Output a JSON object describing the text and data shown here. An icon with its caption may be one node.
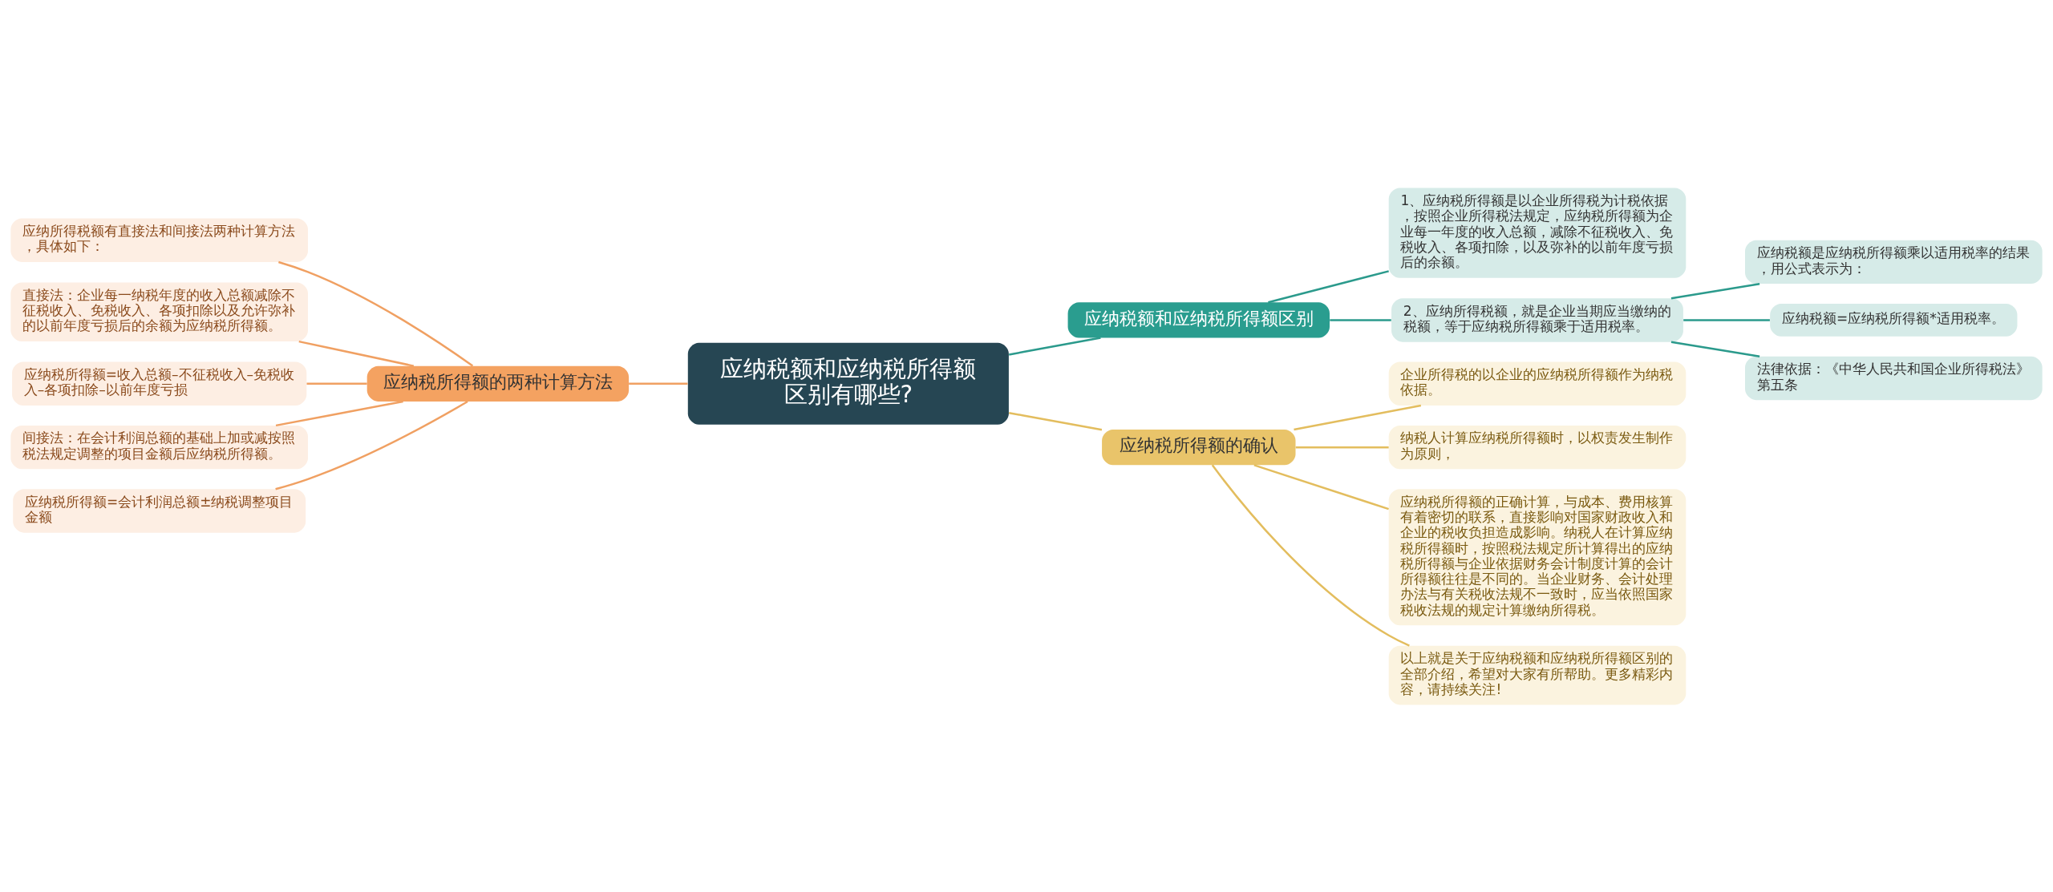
{
  "diagram": {
    "nodes": [
      {
        "text": [
          "应纳税额和应纳税所得额区别有哪些?"
        ]
      },
      {
        "text": [
          "应纳税额和应纳税所得额区别"
        ]
      },
      {
        "text": [
          "1、应纳税所得额是以企业所得税为计税依据，按照企业所得税法规定，应纳税所得额为企业每一年度的收入总额，减除不征税收入、免税收入、各项扣除，以及弥补的以前年度亏损后的余额。"
        ]
      },
      {
        "text": [
          "2、应纳所得税额，就是企业当期应当缴纳的税额，等于应纳税所得额乘于适用税率。"
        ]
      },
      {
        "text": [
          "应纳税额是应纳税所得额乘以适用税率的结果，用公式表示为："
        ]
      },
      {
        "text": [
          "应纳税额=应纳税所得额*适用税率。"
        ]
      },
      {
        "text": [
          "法律依据：《中华人民共和国企业所得税法》第五条"
        ]
      },
      {
        "text": [
          "应纳税所得额的确认"
        ]
      },
      {
        "text": [
          "企业所得税的以企业的应纳税所得额作为纳税依据。"
        ]
      },
      {
        "text": [
          "纳税人计算应纳税所得额时，以权责发生制作为原则，"
        ]
      },
      {
        "text": [
          "应纳税所得额的正确计算，与成本、费用核算有着密切的联系，直接影响对国家财政收入和企业的税收负担造成影响。纳税人在计算应纳税所得额时，按照税法规定所计算得出的应纳税所得额与企业依据财务会计制度计算的会计所得额往往是不同的。当企业财务、会计处理办法与有关税收法规不一致时，应当依照国家税收法规的规定计算缴纳所得税。"
        ]
      },
      {
        "text": [
          "以上就是关于应纳税额和应纳税所得额区别的全部介绍，希望对大家有所帮助。更多精彩内容，请持续关注!"
        ]
      },
      {
        "text": [
          "应纳税所得额的两种计算方法"
        ]
      },
      {
        "text": [
          "应纳所得税额有直接法和间接法两种计算方法，具体如下："
        ]
      },
      {
        "text": [
          "直接法：企业每一纳税年度的收入总额减除不征税收入、免税收入、各项扣除以及允许弥补的以前年度亏损后的余额为应纳税所得额。"
        ]
      },
      {
        "text": [
          "应纳税所得额=收入总额–不征税收入–免税收入–各项扣除–以前年度亏损"
        ]
      },
      {
        "text": [
          "间接法：在会计利润总额的基础上加或减按照税法规定调整的项目金额后应纳税所得额。"
        ]
      },
      {
        "text": [
          "应纳税所得额=会计利润总额±纳税调整项目金额"
        ]
      }
    ],
    "edges": [
      {
        "from": 0,
        "to": 1,
        "arrow": "none",
        "color": "#2b9a8c"
      },
      {
        "from": 1,
        "to": 2,
        "arrow": "none",
        "color": "#2b9a8c"
      },
      {
        "from": 1,
        "to": 3,
        "arrow": "none",
        "color": "#2b9a8c"
      },
      {
        "from": 3,
        "to": 4,
        "arrow": "none",
        "color": "#2b9a8c"
      },
      {
        "from": 3,
        "to": 5,
        "arrow": "none",
        "color": "#2b9a8c"
      },
      {
        "from": 3,
        "to": 6,
        "arrow": "none",
        "color": "#2b9a8c"
      },
      {
        "from": 0,
        "to": 7,
        "arrow": "none",
        "color": "#e3bd5e"
      },
      {
        "from": 7,
        "to": 8,
        "arrow": "none",
        "color": "#e3bd5e"
      },
      {
        "from": 7,
        "to": 9,
        "arrow": "none",
        "color": "#e3bd5e"
      },
      {
        "from": 7,
        "to": 10,
        "arrow": "none",
        "color": "#e3bd5e"
      },
      {
        "from": 7,
        "to": 11,
        "arrow": "none",
        "color": "#e3bd5e"
      },
      {
        "from": 12,
        "to": 0,
        "arrow": "none",
        "color": "#f0a062"
      },
      {
        "from": 13,
        "to": 12,
        "arrow": "none",
        "color": "#f0a062"
      },
      {
        "from": 14,
        "to": 12,
        "arrow": "none",
        "color": "#f0a062"
      },
      {
        "from": 15,
        "to": 12,
        "arrow": "none",
        "color": "#f0a062"
      },
      {
        "from": 16,
        "to": 12,
        "arrow": "none",
        "color": "#f0a062"
      },
      {
        "from": 17,
        "to": 12,
        "arrow": "none",
        "color": "#f0a062"
      }
    ]
  }
}
